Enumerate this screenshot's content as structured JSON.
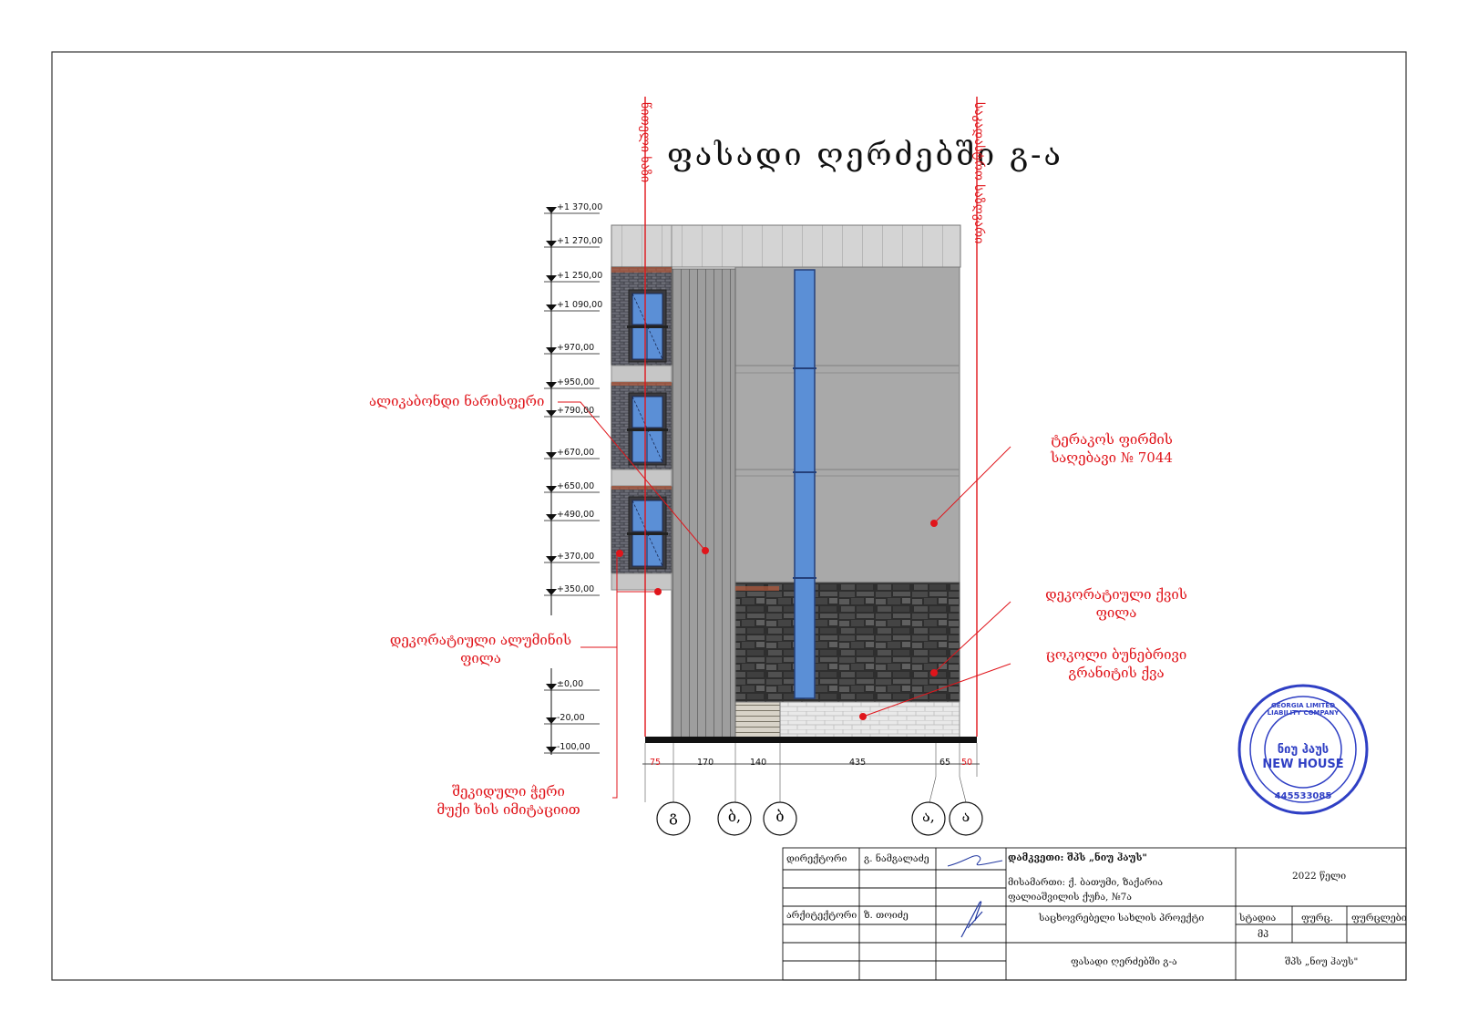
{
  "drawing": {
    "title": "ფასადი ღერძებში გ-ა",
    "axis_left_label": "წითელი ხაზი",
    "axis_right_label": "საკადასტრო საზღვარი"
  },
  "levels": [
    "+1 370,00",
    "+1 270,00",
    "+1 250,00",
    "+1 090,00",
    "+970,00",
    "+950,00",
    "+790,00",
    "+670,00",
    "+650,00",
    "+490,00",
    "+370,00",
    "+350,00",
    "±0,00",
    "-20,00",
    "-100,00"
  ],
  "dimensions": [
    "75",
    "170",
    "140",
    "435",
    "65",
    "50"
  ],
  "axes": [
    "გ",
    "ბ,",
    "ბ",
    "ა,",
    "ა"
  ],
  "callouts": {
    "alucobond": "ალიკაბონდი ნარისფერი",
    "terracotta_line1": "ტერაკოს ფირმის",
    "terracotta_line2": "საღებავი № 7044",
    "deco_stone_line1": "დეკორატიული ქვის",
    "deco_stone_line2": "ფილა",
    "granite_line1": "ცოკოლი ბუნებრივი",
    "granite_line2": "გრანიტის ქვა",
    "deco_alu_line1": "დეკორატიული ალუმინის",
    "deco_alu_line2": "ფილა",
    "glass_line1": "შეკიდული ჭერი",
    "glass_line2": "მუქი ხის იმიტაციით"
  },
  "title_block": {
    "director_role": "დირექტორი",
    "director_name": "გ. ნამგალაძე",
    "architect_role": "არქიტექტორი",
    "architect_name": "ზ. თოიძე",
    "client": "დამკვეთი: შპს „ნიუ ჰაუს\"",
    "address_line1": "მისამართი: ქ. ბათუმი, ზაქარია",
    "address_line2": "ფალიაშვილის ქუჩა, №7ა",
    "year": "2022 წელი",
    "project": "საცხოვრებელი სახლის პროექტი",
    "stage_label": "სტადია",
    "sheet_label": "ფურც.",
    "sheets_label": "ფურცლები",
    "stage_value": "მპ",
    "sheet_name": "ფასადი ღერძებში გ-ა",
    "company": "შპს „ნიუ ჰაუს\""
  },
  "stamp": {
    "ring_text": "GEORGIA LIMITED LIABILITY COMPANY",
    "name_geo": "ნიუ ჰაუს",
    "name_en": "NEW HOUSE",
    "code": "445533085"
  },
  "colors": {
    "red": "#e0151b",
    "glass": "#5b8fd6",
    "panel_grey": "#a9a9a9",
    "roof_grey": "#d2d2d2",
    "stone_dark": "#3a3a3a",
    "brick": "#4a4a52",
    "stamp_blue": "#2f3fc4"
  }
}
